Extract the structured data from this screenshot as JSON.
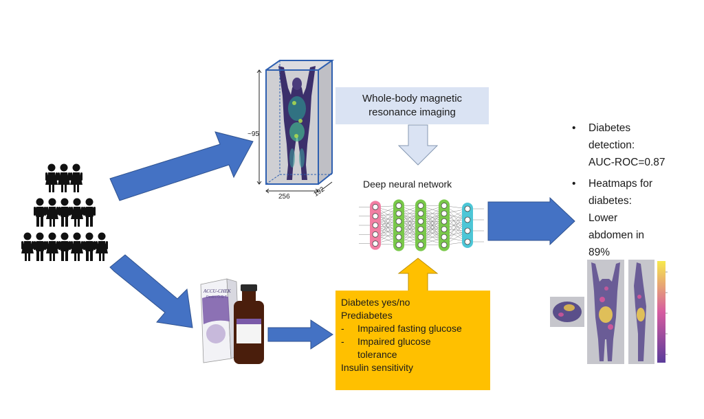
{
  "mri_box": {
    "line1": "Whole-body magnetic",
    "line2": "resonance imaging"
  },
  "dimensions": {
    "depth": "~95",
    "width": "256",
    "height": "192"
  },
  "network": {
    "title": "Deep neural network"
  },
  "labels_box": {
    "l1": "Diabetes yes/no",
    "l2": "Prediabetes",
    "dash": "-",
    "l3": "Impaired fasting glucose",
    "l4a": "Impaired glucose",
    "l4b": "tolerance",
    "l5": "Insulin sensitivity"
  },
  "results": {
    "bullet": "•",
    "r1_lines": [
      "Diabetes",
      "detection:",
      "AUC-ROC=0.87"
    ],
    "r2_lines": [
      "Heatmaps for",
      "diabetes:",
      "Lower",
      "abdomen in",
      "89%"
    ]
  },
  "product": {
    "brand": "ACCU-CHEK",
    "name": "Dextro O.G-T."
  },
  "colors": {
    "arrow": "#4472c4",
    "box_blue": "#dae3f3",
    "box_yellow": "#ffc000",
    "layer_pink": "#f27fa3",
    "layer_green": "#79c84a",
    "layer_cyan": "#4cc6d6"
  }
}
